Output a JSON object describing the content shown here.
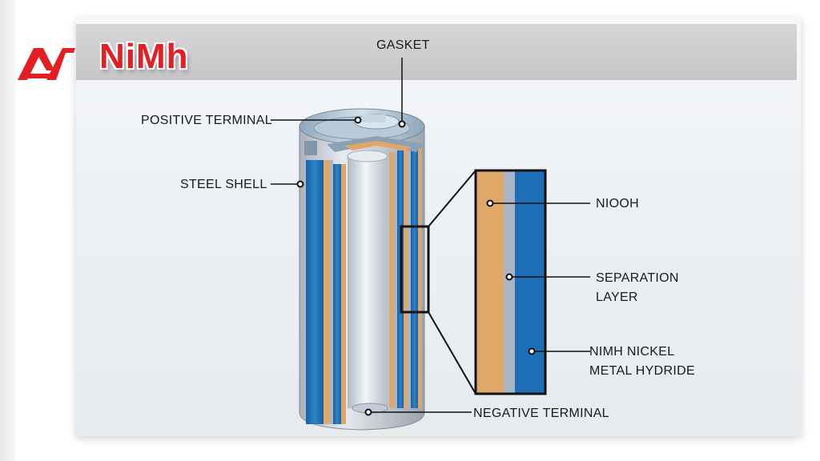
{
  "title": "NiMh",
  "labels": {
    "gasket": "GASKET",
    "positive_terminal": "POSITIVE TERMINAL",
    "steel_shell": "STEEL SHELL",
    "niooh": "NIOOH",
    "separation_layer_1": "SEPARATION",
    "separation_layer_2": "LAYER",
    "nimh_1": "NIMH NICKEL",
    "nimh_2": "METAL HYDRIDE",
    "negative_terminal": "NEGATIVE TERMINAL"
  },
  "colors": {
    "brand_red": "#e31e24",
    "electrode_blue": "#1f6fb8",
    "niooh_tan": "#e0a868",
    "separator_gray": "#a9b5c2",
    "steel_silver": "#c9d0d8"
  },
  "icons": {
    "logo": "brand-logo-icon"
  }
}
